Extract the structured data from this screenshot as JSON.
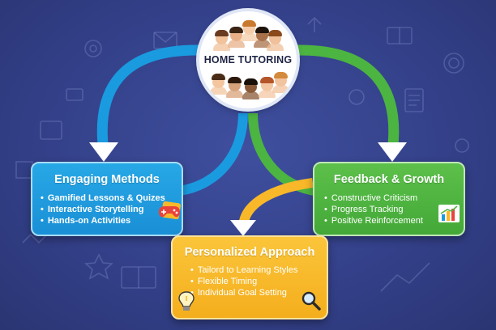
{
  "hub": {
    "title": "HOME TUTORING"
  },
  "cards": {
    "left": {
      "title": "Engaging Methods",
      "items": [
        "Gamified Lessons & Quizes",
        "Interactive Storytelling",
        "Hands-on Activities"
      ],
      "icon": "game-controller-icon"
    },
    "right": {
      "title": "Feedback & Growth",
      "items": [
        "Constructive Criticism",
        "Progress Tracking",
        "Positive Reinforcement"
      ],
      "icon": "bar-chart-icon"
    },
    "bottom": {
      "title": "Personalized Approach",
      "items": [
        "Tailord to Learning Styles",
        "Flexible Timing",
        "Individual Goal Setting"
      ],
      "icons": [
        "lightbulb-icon",
        "magnifier-icon"
      ]
    }
  },
  "colors": {
    "background": "#34418a",
    "blue": "#1a9be0",
    "green": "#4cb441",
    "yellow": "#f8b829",
    "white": "#ffffff"
  }
}
